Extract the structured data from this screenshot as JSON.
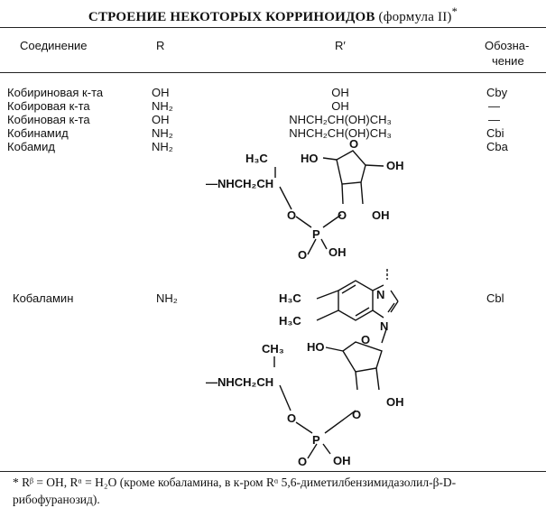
{
  "title": {
    "caps": "СТРОЕНИЕ НЕКОТОРЫХ КОРРИНОИДОВ",
    "rest": " (формула II)",
    "mark": "*"
  },
  "headers": {
    "compound": "Соединение",
    "r": "R",
    "r_prime": "R′",
    "designation_line1": "Обозна-",
    "designation_line2": "чение"
  },
  "rows": [
    {
      "compound": "Кобириновая к-та",
      "r": "OH",
      "r_prime": "OH",
      "designation": "Cby"
    },
    {
      "compound": "Кобировая к-та",
      "r": "NH₂",
      "r_prime": "OH",
      "designation": "—"
    },
    {
      "compound": "Кобиновая к-та",
      "r": "OH",
      "r_prime": "NHCH₂CH(OH)CH₃",
      "designation": "—"
    },
    {
      "compound": "Кобинамид",
      "r": "NH₂",
      "r_prime": "NHCH₂CH(OH)CH₃",
      "designation": "Cbi"
    },
    {
      "compound": "Кобамид",
      "r": "NH₂",
      "r_prime": "",
      "designation": "Cba"
    },
    {
      "compound": "Кобаламин",
      "r": "NH₂",
      "r_prime": "",
      "designation": "Cbl"
    }
  ],
  "structure_labels": {
    "h3c": "H₃C",
    "nhch2ch": "—NHCH₂CH",
    "ho": "HO",
    "oh": "OH",
    "o": "O",
    "p": "P",
    "ch3": "CH₃",
    "n": "N"
  },
  "footnote": "* Rᵝ = OH, Rᵅ = H₂O (кроме кобаламина, в к-ром Rᵅ 5,6-диметилбензимидазолил-β-D-рибофуранозид)."
}
